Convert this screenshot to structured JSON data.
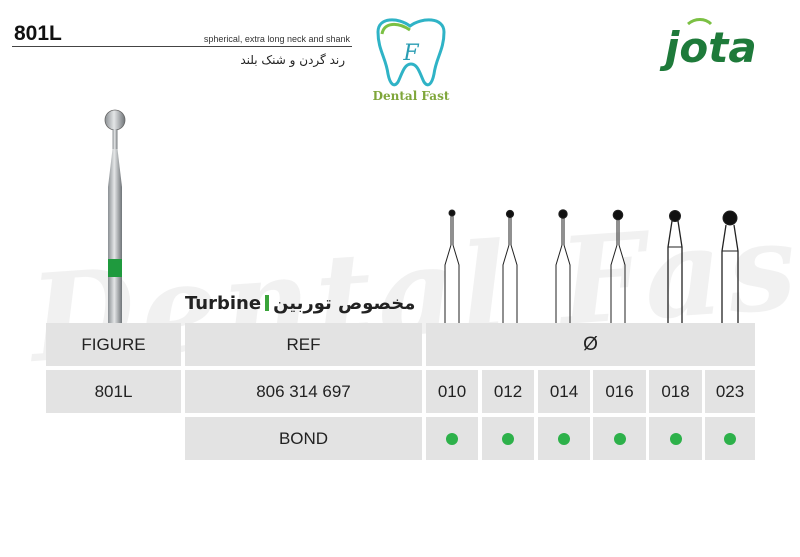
{
  "header": {
    "code": "801L",
    "desc_en": "spherical, extra long neck and shank",
    "desc_fa": "رند گردن و شنک بلند"
  },
  "logo": {
    "text": "Dental Fast",
    "letter": "F"
  },
  "brand": {
    "name": "jota",
    "color": "#1e7a3a"
  },
  "watermark": "Dental Fast",
  "turbine": {
    "fa": "مخصوص توربین",
    "en": "Turbine"
  },
  "table": {
    "headers": {
      "figure": "FIGURE",
      "ref": "REF",
      "diameter": "Ø"
    },
    "row": {
      "figure": "801L",
      "ref": "806 314 697"
    },
    "sizes": [
      "010",
      "012",
      "014",
      "016",
      "018",
      "023"
    ],
    "bond_label": "BOND",
    "bond_color": "#2db14a"
  },
  "colors": {
    "accent": "#2db14a",
    "cell_bg": "#e3e3e3"
  }
}
